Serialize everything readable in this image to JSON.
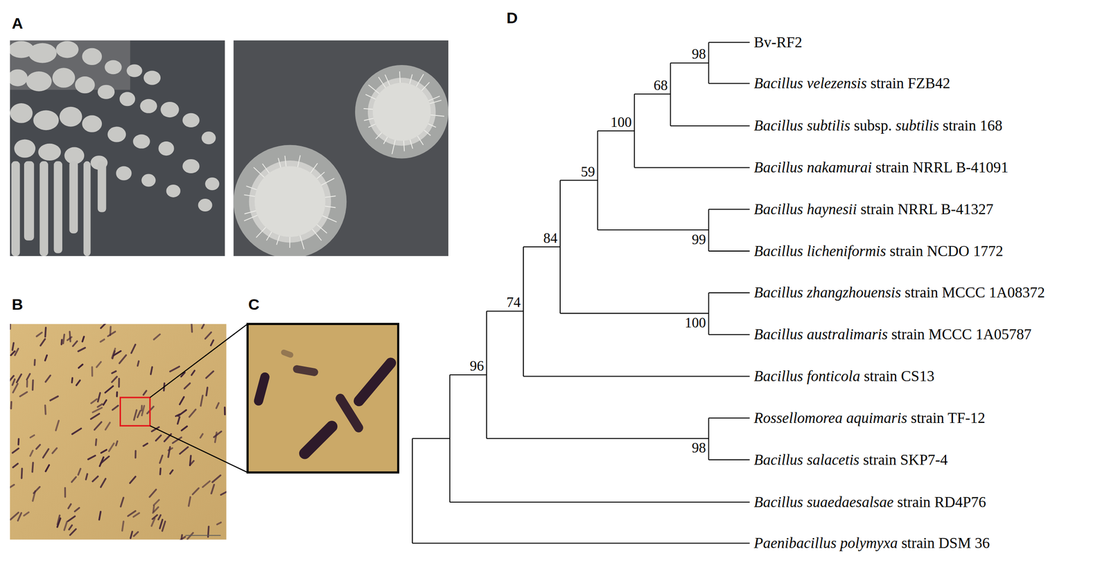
{
  "diagram": {
    "labels": [
      "A",
      "B",
      "C",
      "D",
      "Bv-RF2",
      "Bacillus velezensis strain FZB42",
      "Bacillus subtilis subsp. subtilis strain 168",
      "Bacillus nakamurai strain NRRL B-41091",
      "Bacillus haynesii strain NRRL B-41327",
      "Bacillus licheniformis strain NCDO 1772",
      "Bacillus zhangzhouensis strain MCCC 1A08372",
      "Bacillus australimaris strain MCCC 1A05787",
      "Bacillus fonticola strain CS13",
      "Rossellomorea aquimaris strain TF-12",
      "Bacillus salacetis strain SKP7-4",
      "Bacillus suaedaesalsae strain RD4P76",
      "Paenibacillus polymyxa strain DSM 36",
      "98",
      "68",
      "100",
      "59",
      "84",
      "99",
      "74",
      "100",
      "96",
      "98"
    ]
  }
}
